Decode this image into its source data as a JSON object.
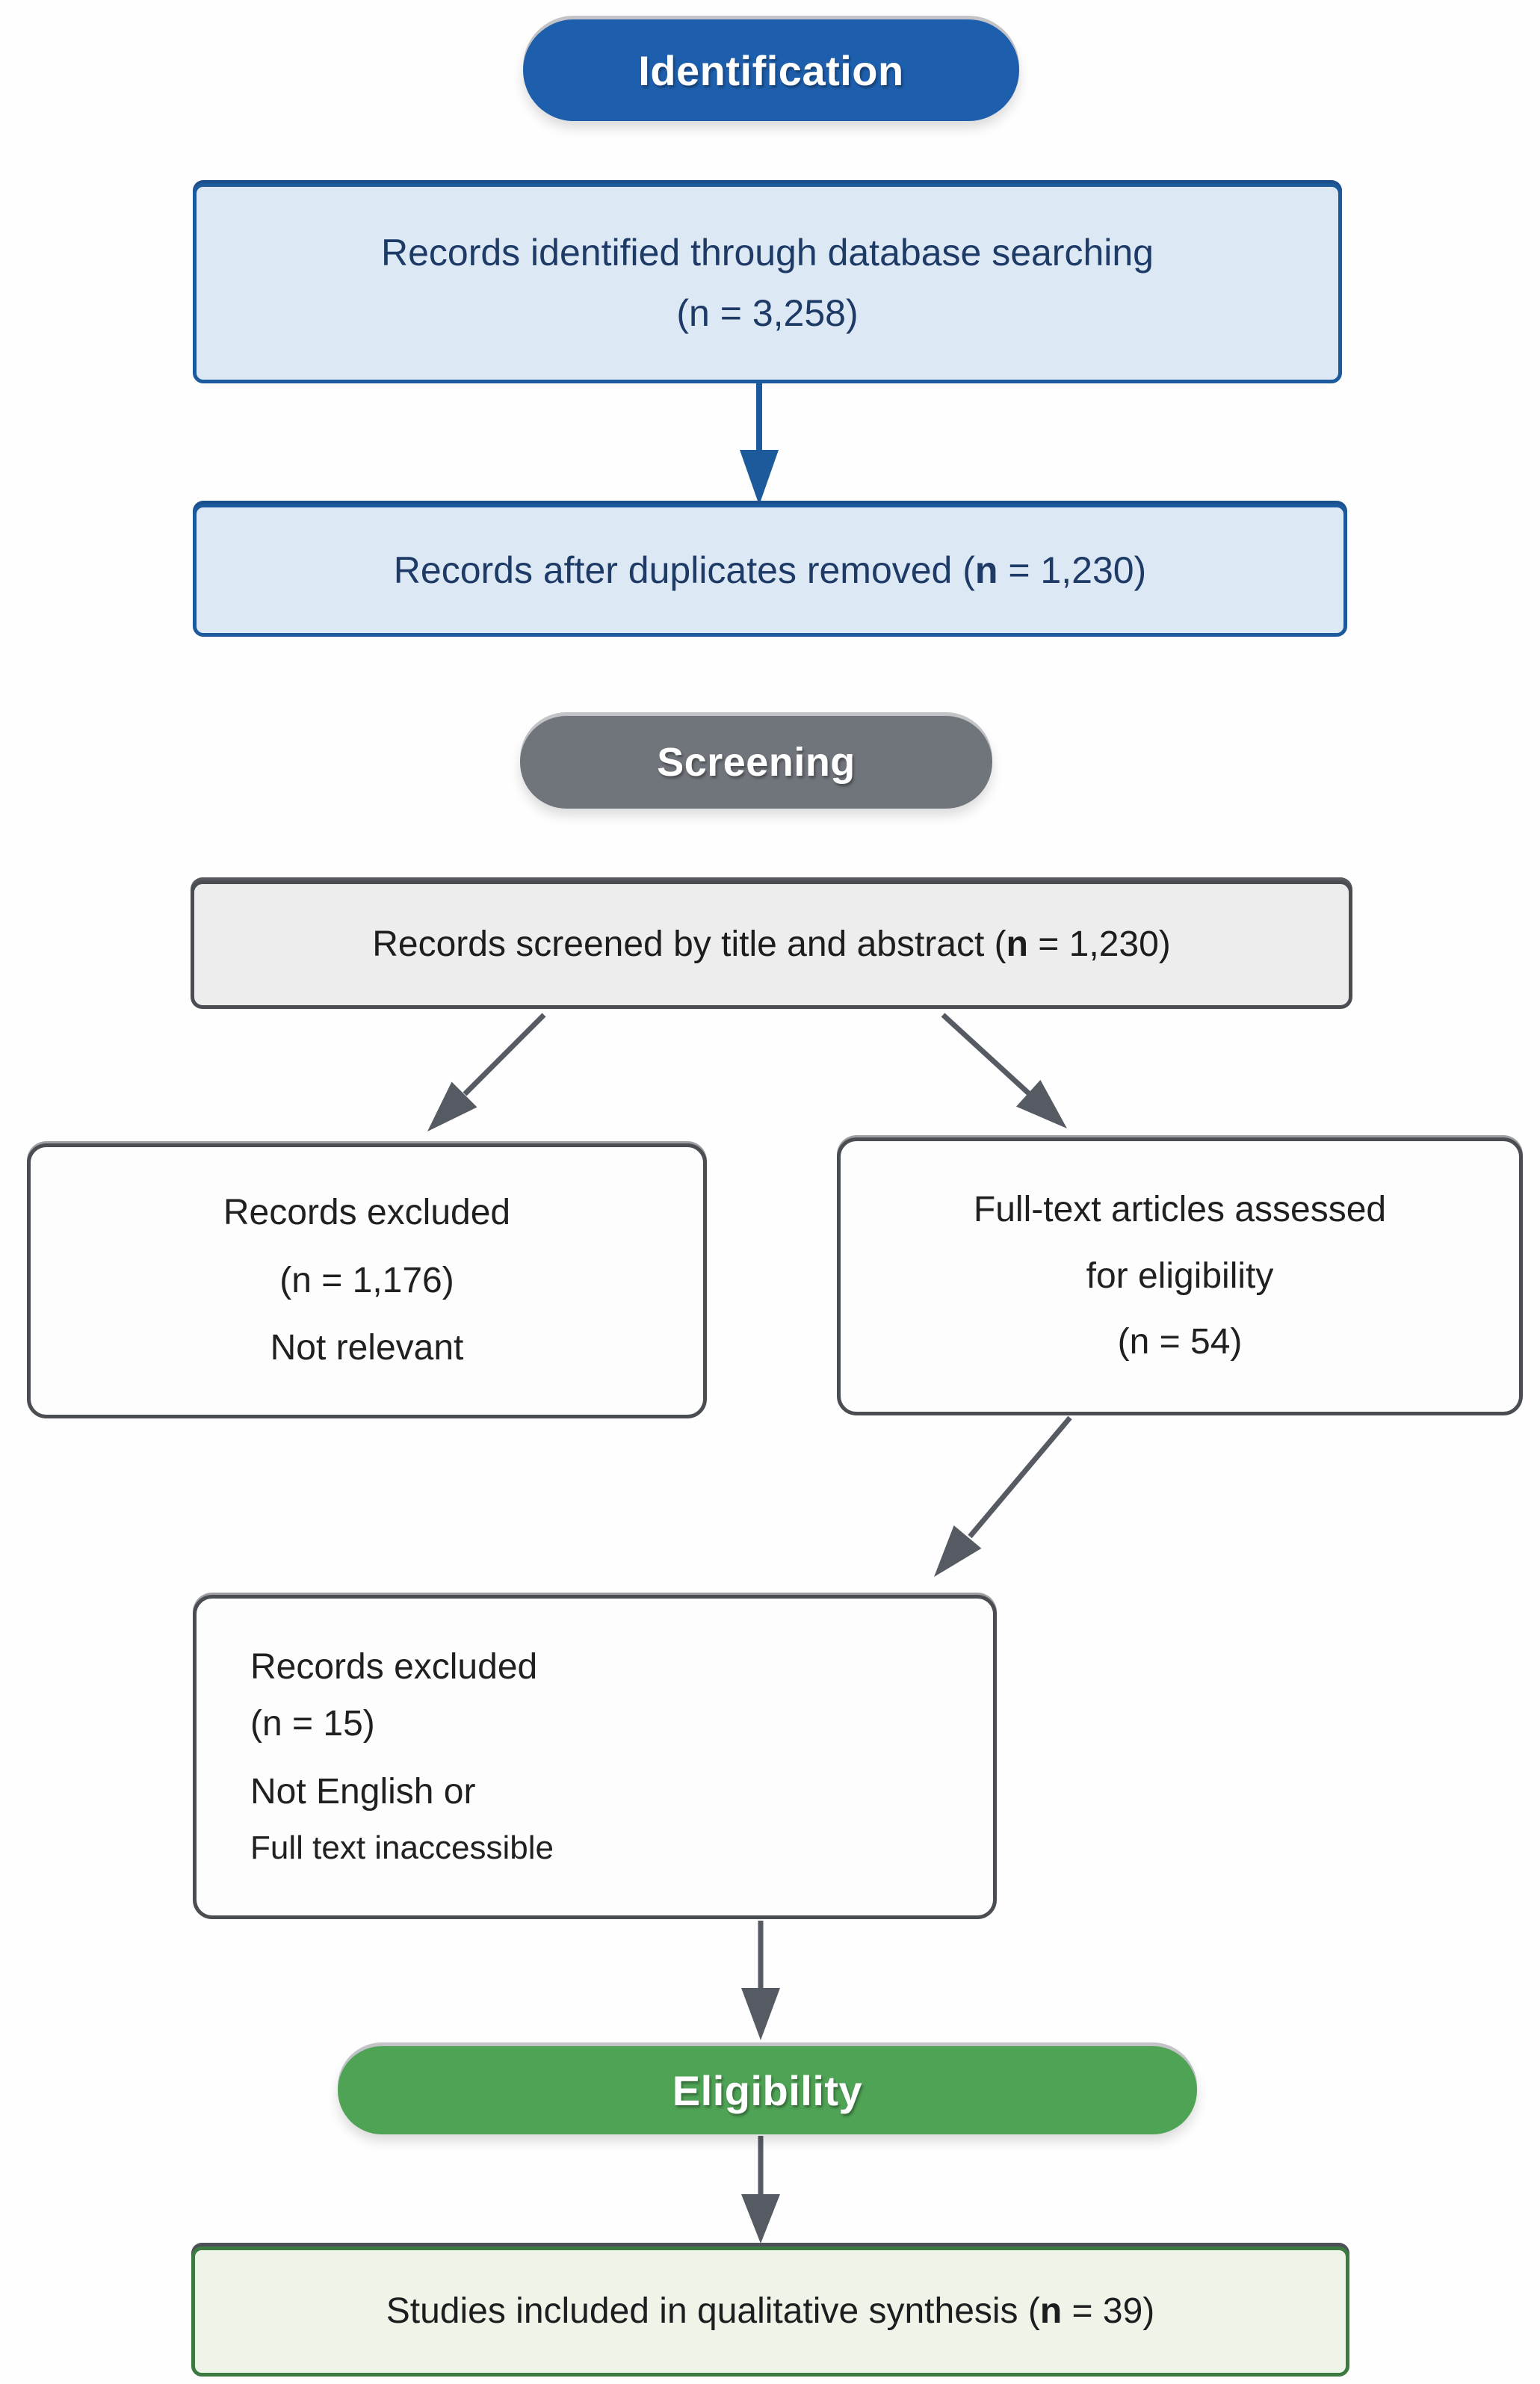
{
  "badges": {
    "identification": {
      "label": "Identification",
      "bg": "#1e5fad",
      "text_color": "#ffffff"
    },
    "screening": {
      "label": "Screening",
      "bg": "#70757b",
      "text_color": "#ffffff"
    },
    "eligibility": {
      "label": "Eligibility",
      "bg": "#4fa355",
      "text_color": "#ffffff"
    }
  },
  "boxes": {
    "records_identified": {
      "lines": [
        "Records identified through database searching",
        "(n = 3,258)"
      ],
      "bg": "#dce8f4",
      "border": "#1d5a9b",
      "text_color": "#1e3a66"
    },
    "duplicates_removed": {
      "parts": [
        {
          "t": "Records after duplicates removed ("
        },
        {
          "t": "n",
          "b": true
        },
        {
          "t": " = 1,230)"
        }
      ],
      "bg": "#dce8f4",
      "border": "#1d5a9b",
      "text_color": "#1e3a66"
    },
    "screened": {
      "parts": [
        {
          "t": "Records screened by title and abstract ("
        },
        {
          "t": "n",
          "b": true
        },
        {
          "t": " = 1,230)"
        }
      ],
      "bg": "#ededee",
      "border": "#4a4d52",
      "text_color": "#1d1d1f"
    },
    "excluded_not_relevant": {
      "lines": [
        "Records excluded",
        "(n = 1,176)",
        "Not relevant"
      ],
      "bg": "#fdfdfd",
      "border": "#4a4d52",
      "text_color": "#202020"
    },
    "fulltext_assessed": {
      "lines": [
        "Full-text articles assessed",
        "for eligibility",
        "(n = 54)"
      ],
      "bg": "#fdfdfd",
      "border": "#4a4d52",
      "text_color": "#202020"
    },
    "excluded_fulltext": {
      "lines": [
        "Records excluded",
        "(n = 15)",
        "Not English or",
        "Full text inaccessible"
      ],
      "bg": "#fdfdfd",
      "border": "#4a4d52",
      "text_color": "#202020"
    },
    "included": {
      "parts": [
        {
          "t": "Studies included in qualitative synthesis ("
        },
        {
          "t": "n",
          "b": true
        },
        {
          "t": " = 39)"
        }
      ],
      "bg": "#eef5e8",
      "border": "#3c7a42",
      "text_color": "#1d1d1f"
    }
  },
  "arrows": {
    "blue": "#1d5a9b",
    "gray": "#565b63"
  }
}
